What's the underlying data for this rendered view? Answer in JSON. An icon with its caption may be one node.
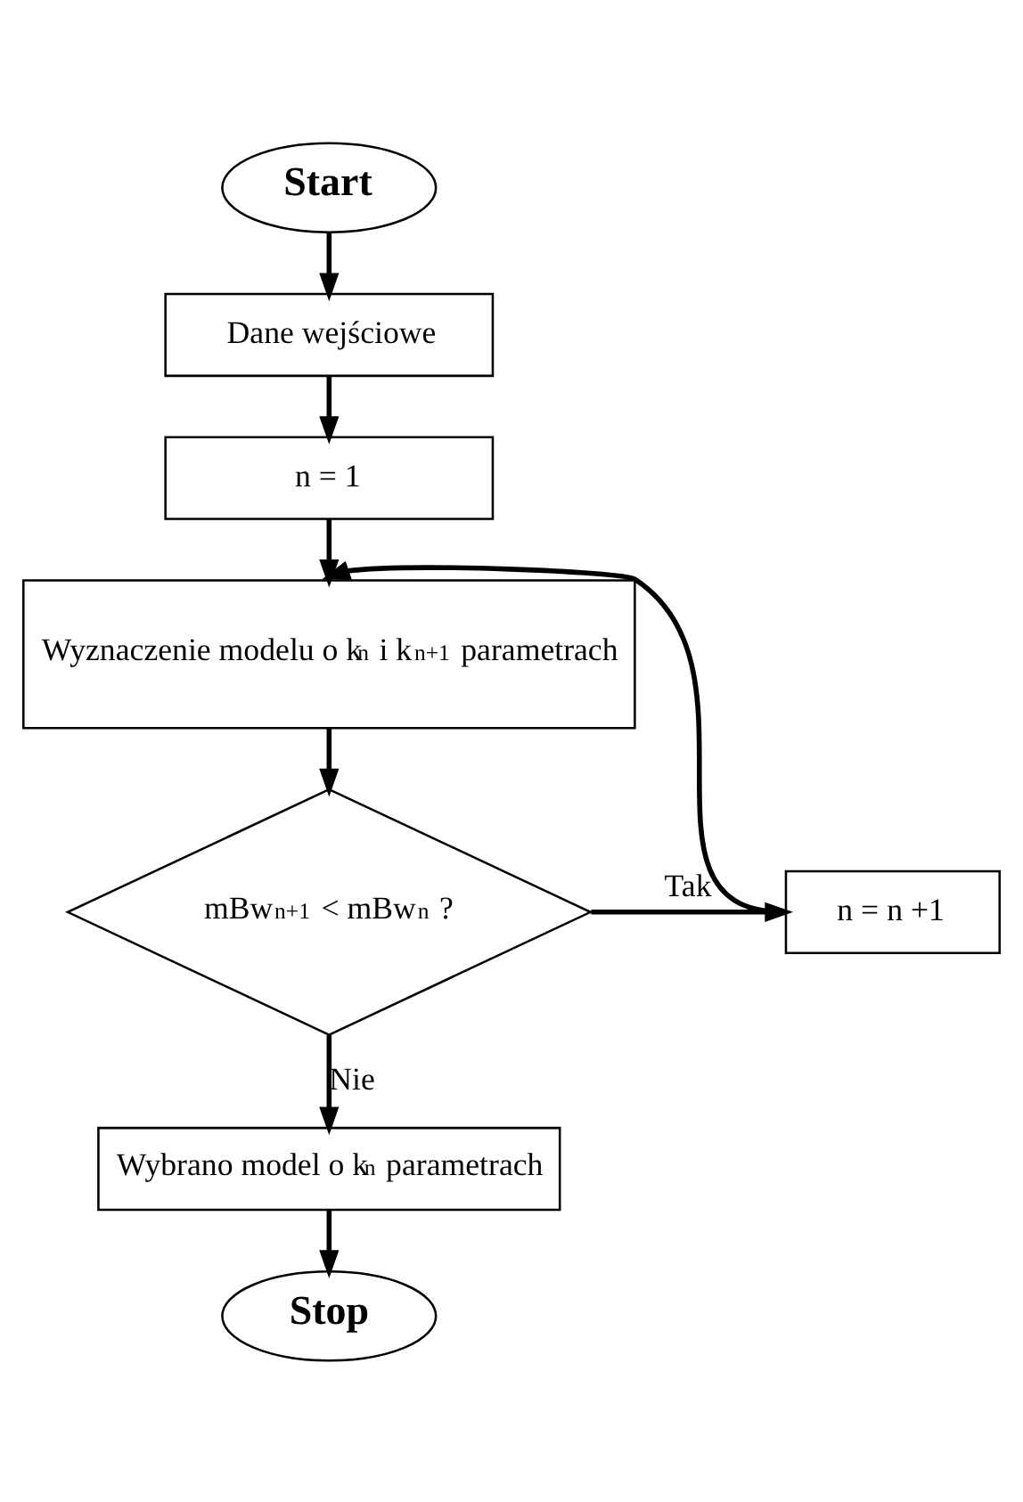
{
  "diagram": {
    "nodes": [
      {
        "text": [
          "Start"
        ]
      },
      {
        "text": [
          "Dane wejściowe"
        ]
      },
      {
        "text": [
          "n = 1"
        ]
      },
      {
        "text": [
          "Wyznaczenie modelu o k$_{n}$ i k$_{n+1}$ parametrach"
        ]
      },
      {
        "text": [
          "mBw$_{n+1}$ < mBw$_{n}$ ?"
        ]
      },
      {
        "text": [
          "n = n +1"
        ]
      },
      {
        "text": [
          "Wybrano model o k$_{n}$ parametrach"
        ]
      },
      {
        "text": [
          "Stop"
        ]
      }
    ],
    "edges": [
      {
        "from": 0,
        "to": 1,
        "arrow": "to"
      },
      {
        "from": 1,
        "to": 2,
        "arrow": "to"
      },
      {
        "from": 2,
        "to": 3,
        "arrow": "to"
      },
      {
        "from": 3,
        "to": 4,
        "arrow": "to"
      },
      {
        "from": 4,
        "to": 5,
        "arrow": "to",
        "label": "Tak"
      },
      {
        "from": 5,
        "to": 3,
        "arrow": "to"
      },
      {
        "from": 4,
        "to": 6,
        "arrow": "to",
        "label": "Nie"
      },
      {
        "from": 6,
        "to": 7,
        "arrow": "to"
      }
    ]
  }
}
